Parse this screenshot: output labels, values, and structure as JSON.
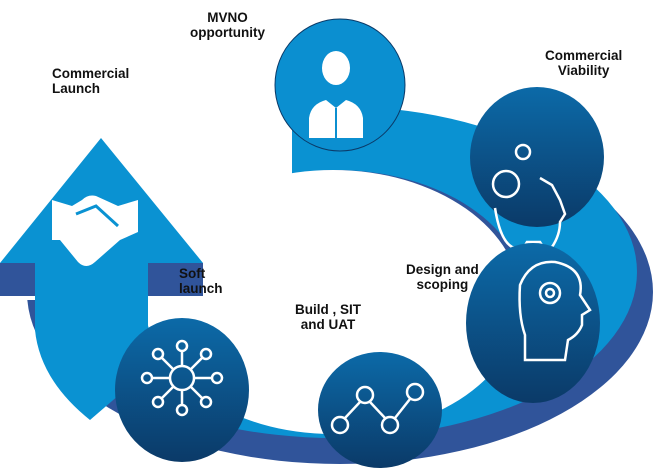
{
  "colors": {
    "ring_light": "#0a92d2",
    "ring_dark": "#30549a",
    "circle_dark_top": "#0c68a6",
    "circle_dark_bottom": "#0b3a68",
    "circle_light": "#0b8fd0"
  },
  "stages": [
    {
      "line1": "MVNO",
      "line2": "opportunity",
      "icon": "person-icon"
    },
    {
      "line1": "Commercial",
      "line2": "Viability",
      "icon": "piggy-bank-icon"
    },
    {
      "line1": "Design and",
      "line2": "scoping",
      "icon": "head-gear-icon"
    },
    {
      "line1": "Build , SIT",
      "line2": "and UAT",
      "icon": "connected-nodes-icon"
    },
    {
      "line1": "Soft",
      "line2": "launch",
      "icon": "network-hub-icon"
    },
    {
      "line1": "Commercial",
      "line2": "Launch",
      "icon": "handshake-icon"
    }
  ]
}
